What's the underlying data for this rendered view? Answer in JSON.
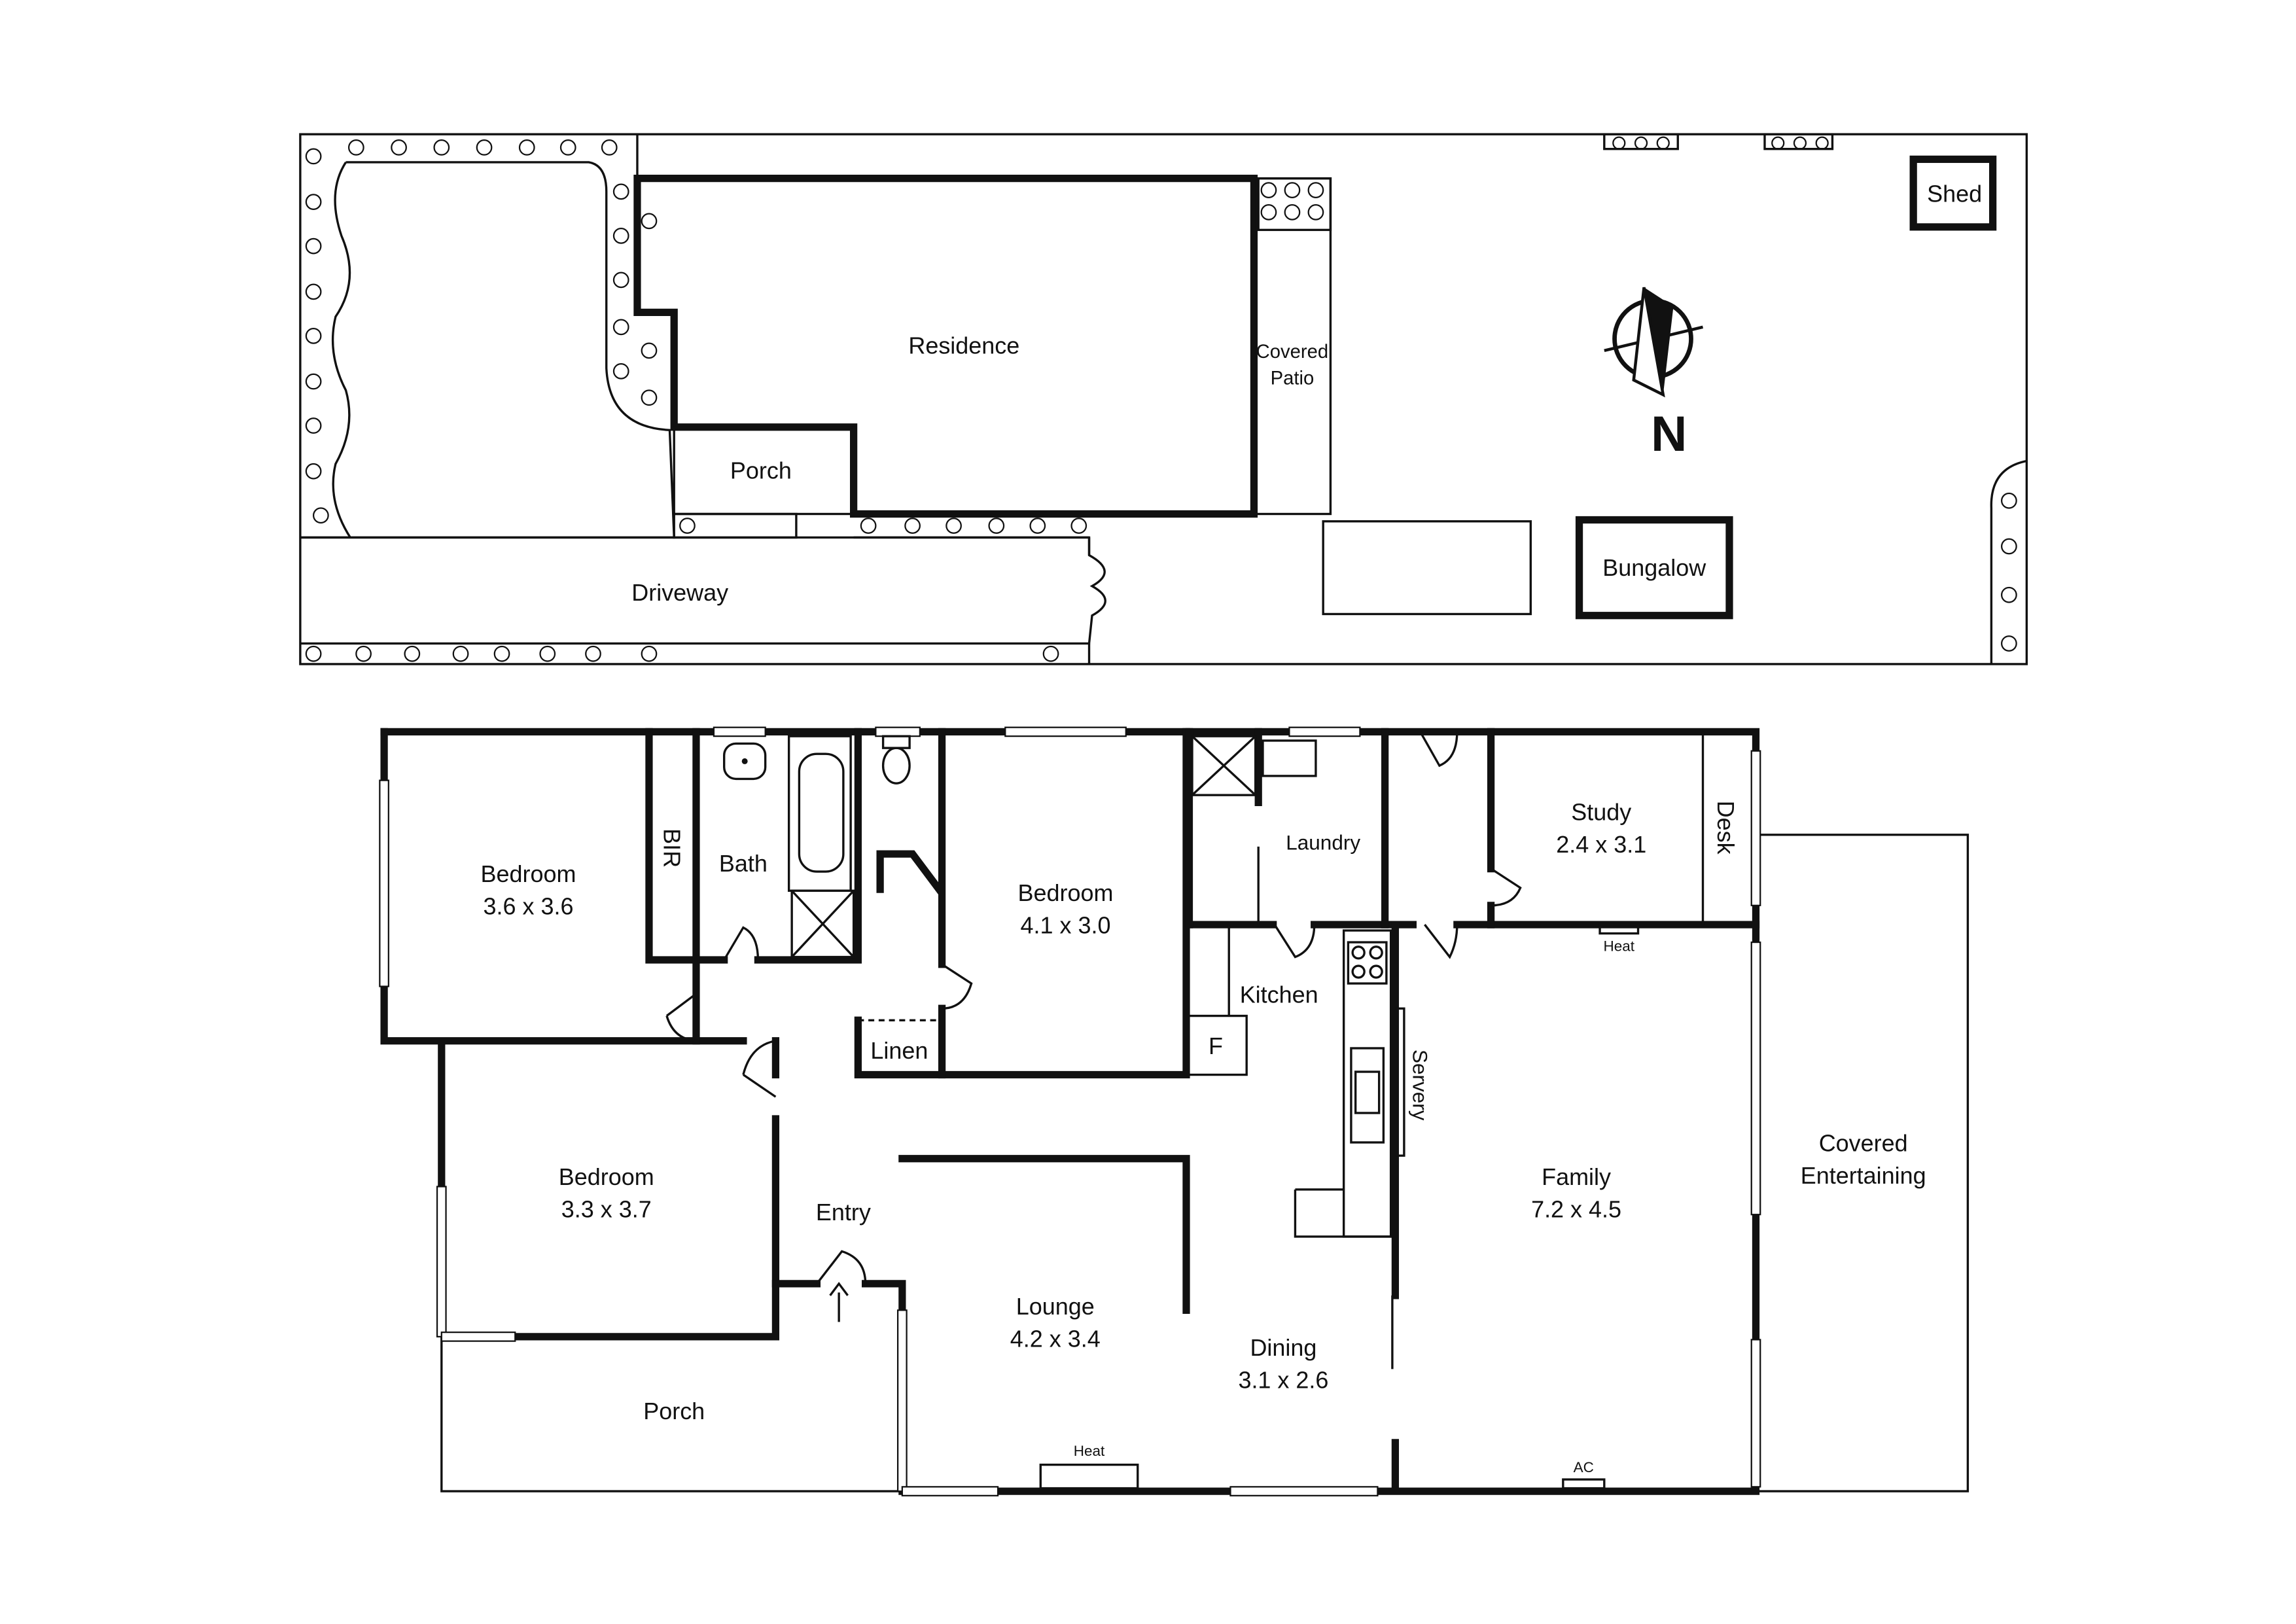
{
  "site_plan": {
    "labels": {
      "residence": "Residence",
      "porch": "Porch",
      "covered_patio_1": "Covered",
      "covered_patio_2": "Patio",
      "driveway": "Driveway",
      "shed": "Shed",
      "bungalow": "Bungalow",
      "north": "N"
    }
  },
  "floor_plan": {
    "rooms": {
      "bedroom1_name": "Bedroom",
      "bedroom1_size": "3.6 x 3.6",
      "bir": "BIR",
      "bath": "Bath",
      "bedroom2_name": "Bedroom",
      "bedroom2_size": "4.1 x 3.0",
      "laundry": "Laundry",
      "study_name": "Study",
      "study_size": "2.4 x 3.1",
      "desk": "Desk",
      "heat_family": "Heat",
      "kitchen": "Kitchen",
      "fridge": "F",
      "linen": "Linen",
      "servery": "Servery",
      "bedroom3_name": "Bedroom",
      "bedroom3_size": "3.3 x 3.7",
      "entry": "Entry",
      "family_name": "Family",
      "family_size": "7.2 x 4.5",
      "covered_ent_1": "Covered",
      "covered_ent_2": "Entertaining",
      "lounge_name": "Lounge",
      "lounge_size": "4.2 x 3.4",
      "dining_name": "Dining",
      "dining_size": "3.1 x 2.6",
      "porch": "Porch",
      "heat_lounge": "Heat",
      "ac": "AC"
    }
  }
}
